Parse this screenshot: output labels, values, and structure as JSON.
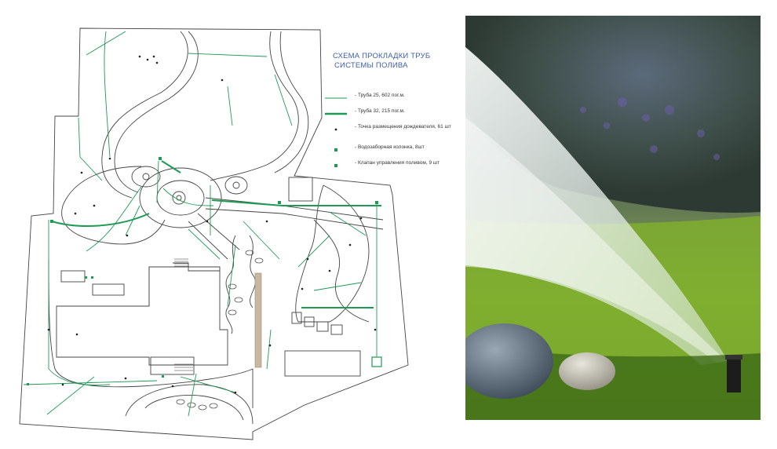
{
  "title": {
    "line1": "СХЕМА ПРОКЛАДКИ ТРУБ",
    "line2": "СИСТЕМЫ ПОЛИВА"
  },
  "legend": [
    {
      "icon": "thin-green-line",
      "text": "- Труба 25, 602 пог.м."
    },
    {
      "icon": "thick-green-line",
      "text": "- Труба 32, 215 пог.м."
    },
    {
      "icon": "black-dot",
      "text": "- Точка размещения дождевателя, 61 шт"
    },
    {
      "icon": "green-square-small",
      "text": "- Водозаборная колонка, 8шт"
    },
    {
      "icon": "green-square",
      "text": "- Клапан управления поливом, 9 шт"
    }
  ],
  "colors": {
    "pipe": "#1f9a55",
    "outline": "#444444",
    "title": "#3e5fa8",
    "grass": "#6d9a2a",
    "spray": "#e9f2f3"
  }
}
